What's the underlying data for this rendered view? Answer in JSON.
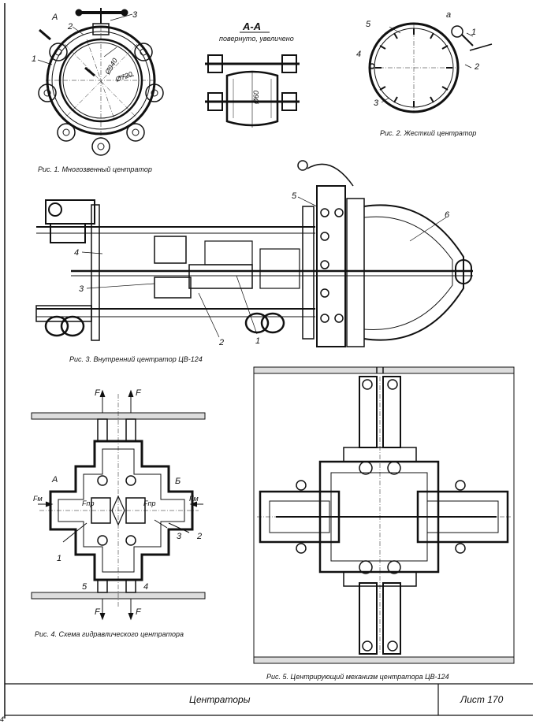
{
  "fig1": {
    "caption": "Рис. 1. Многозвенный центратор",
    "section_mark": "A",
    "d_outer": "Ø940",
    "d_inner": "Ø720",
    "labels": [
      "1",
      "2",
      "3"
    ]
  },
  "section_aa": {
    "title": "А-А",
    "subtitle": "повернуто, увеличено",
    "dim": "Ø60"
  },
  "fig2": {
    "caption": "Рис. 2. Жесткий центратор",
    "labels": [
      "а",
      "1",
      "2",
      "3",
      "4",
      "5"
    ]
  },
  "fig3": {
    "caption": "Рис. 3. Внутренний центратор ЦВ-124",
    "labels": [
      "1",
      "2",
      "3",
      "4",
      "5",
      "6"
    ]
  },
  "fig4": {
    "caption": "Рис. 4. Схема гидравлического центратора",
    "force": "F",
    "chamber_a": "А",
    "chamber_b": "Б",
    "fm": "Fм",
    "fpr": "Fпр",
    "labels": [
      "1",
      "2",
      "3",
      "4",
      "5"
    ]
  },
  "fig5": {
    "caption": "Рис. 5. Центрирующий механизм центратора ЦВ-124"
  },
  "title_block": {
    "title": "Центраторы",
    "sheet": "Лист 170"
  },
  "corner_mark": "4"
}
